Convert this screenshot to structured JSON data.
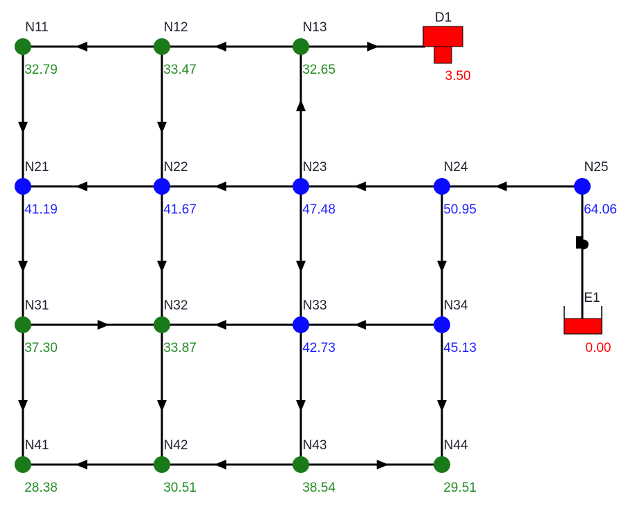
{
  "colors": {
    "pipe": "#000000",
    "node_normal": "#1a7a1a",
    "node_high": "#0a0aff",
    "value_normal": "#228b22",
    "value_high": "#2020ff",
    "name_text": "#1f1f2e",
    "special": "#ff0000"
  },
  "nodes": [
    {
      "id": "N11",
      "value": "32.79",
      "status": "normal"
    },
    {
      "id": "N12",
      "value": "33.47",
      "status": "normal"
    },
    {
      "id": "N13",
      "value": "32.65",
      "status": "normal"
    },
    {
      "id": "N21",
      "value": "41.19",
      "status": "high"
    },
    {
      "id": "N22",
      "value": "41.67",
      "status": "high"
    },
    {
      "id": "N23",
      "value": "47.48",
      "status": "high"
    },
    {
      "id": "N24",
      "value": "50.95",
      "status": "high"
    },
    {
      "id": "N25",
      "value": "64.06",
      "status": "high"
    },
    {
      "id": "N31",
      "value": "37.30",
      "status": "normal"
    },
    {
      "id": "N32",
      "value": "33.87",
      "status": "normal"
    },
    {
      "id": "N33",
      "value": "42.73",
      "status": "high"
    },
    {
      "id": "N34",
      "value": "45.13",
      "status": "high"
    },
    {
      "id": "N41",
      "value": "28.38",
      "status": "normal"
    },
    {
      "id": "N42",
      "value": "30.51",
      "status": "normal"
    },
    {
      "id": "N43",
      "value": "38.54",
      "status": "normal"
    },
    {
      "id": "N44",
      "value": "29.51",
      "status": "normal"
    }
  ],
  "specials": [
    {
      "id": "D1",
      "value": "3.50",
      "kind": "demand"
    },
    {
      "id": "E1",
      "value": "0.00",
      "kind": "reservoir"
    }
  ],
  "pipes": [
    {
      "from": "N12",
      "to": "N11"
    },
    {
      "from": "N13",
      "to": "N12"
    },
    {
      "from": "N13",
      "to": "D1"
    },
    {
      "from": "N11",
      "to": "N21"
    },
    {
      "from": "N12",
      "to": "N22"
    },
    {
      "from": "N23",
      "to": "N13"
    },
    {
      "from": "N22",
      "to": "N21"
    },
    {
      "from": "N23",
      "to": "N22"
    },
    {
      "from": "N24",
      "to": "N23"
    },
    {
      "from": "N25",
      "to": "N24"
    },
    {
      "from": "N21",
      "to": "N31"
    },
    {
      "from": "N22",
      "to": "N32"
    },
    {
      "from": "N23",
      "to": "N33"
    },
    {
      "from": "N24",
      "to": "N34"
    },
    {
      "from": "N31",
      "to": "N32"
    },
    {
      "from": "N33",
      "to": "N32"
    },
    {
      "from": "N34",
      "to": "N33"
    },
    {
      "from": "N31",
      "to": "N41"
    },
    {
      "from": "N32",
      "to": "N42"
    },
    {
      "from": "N33",
      "to": "N43"
    },
    {
      "from": "N34",
      "to": "N44"
    },
    {
      "from": "N42",
      "to": "N41"
    },
    {
      "from": "N43",
      "to": "N42"
    },
    {
      "from": "N43",
      "to": "N44"
    },
    {
      "from": "E1",
      "to": "N25",
      "kind": "pump"
    }
  ]
}
